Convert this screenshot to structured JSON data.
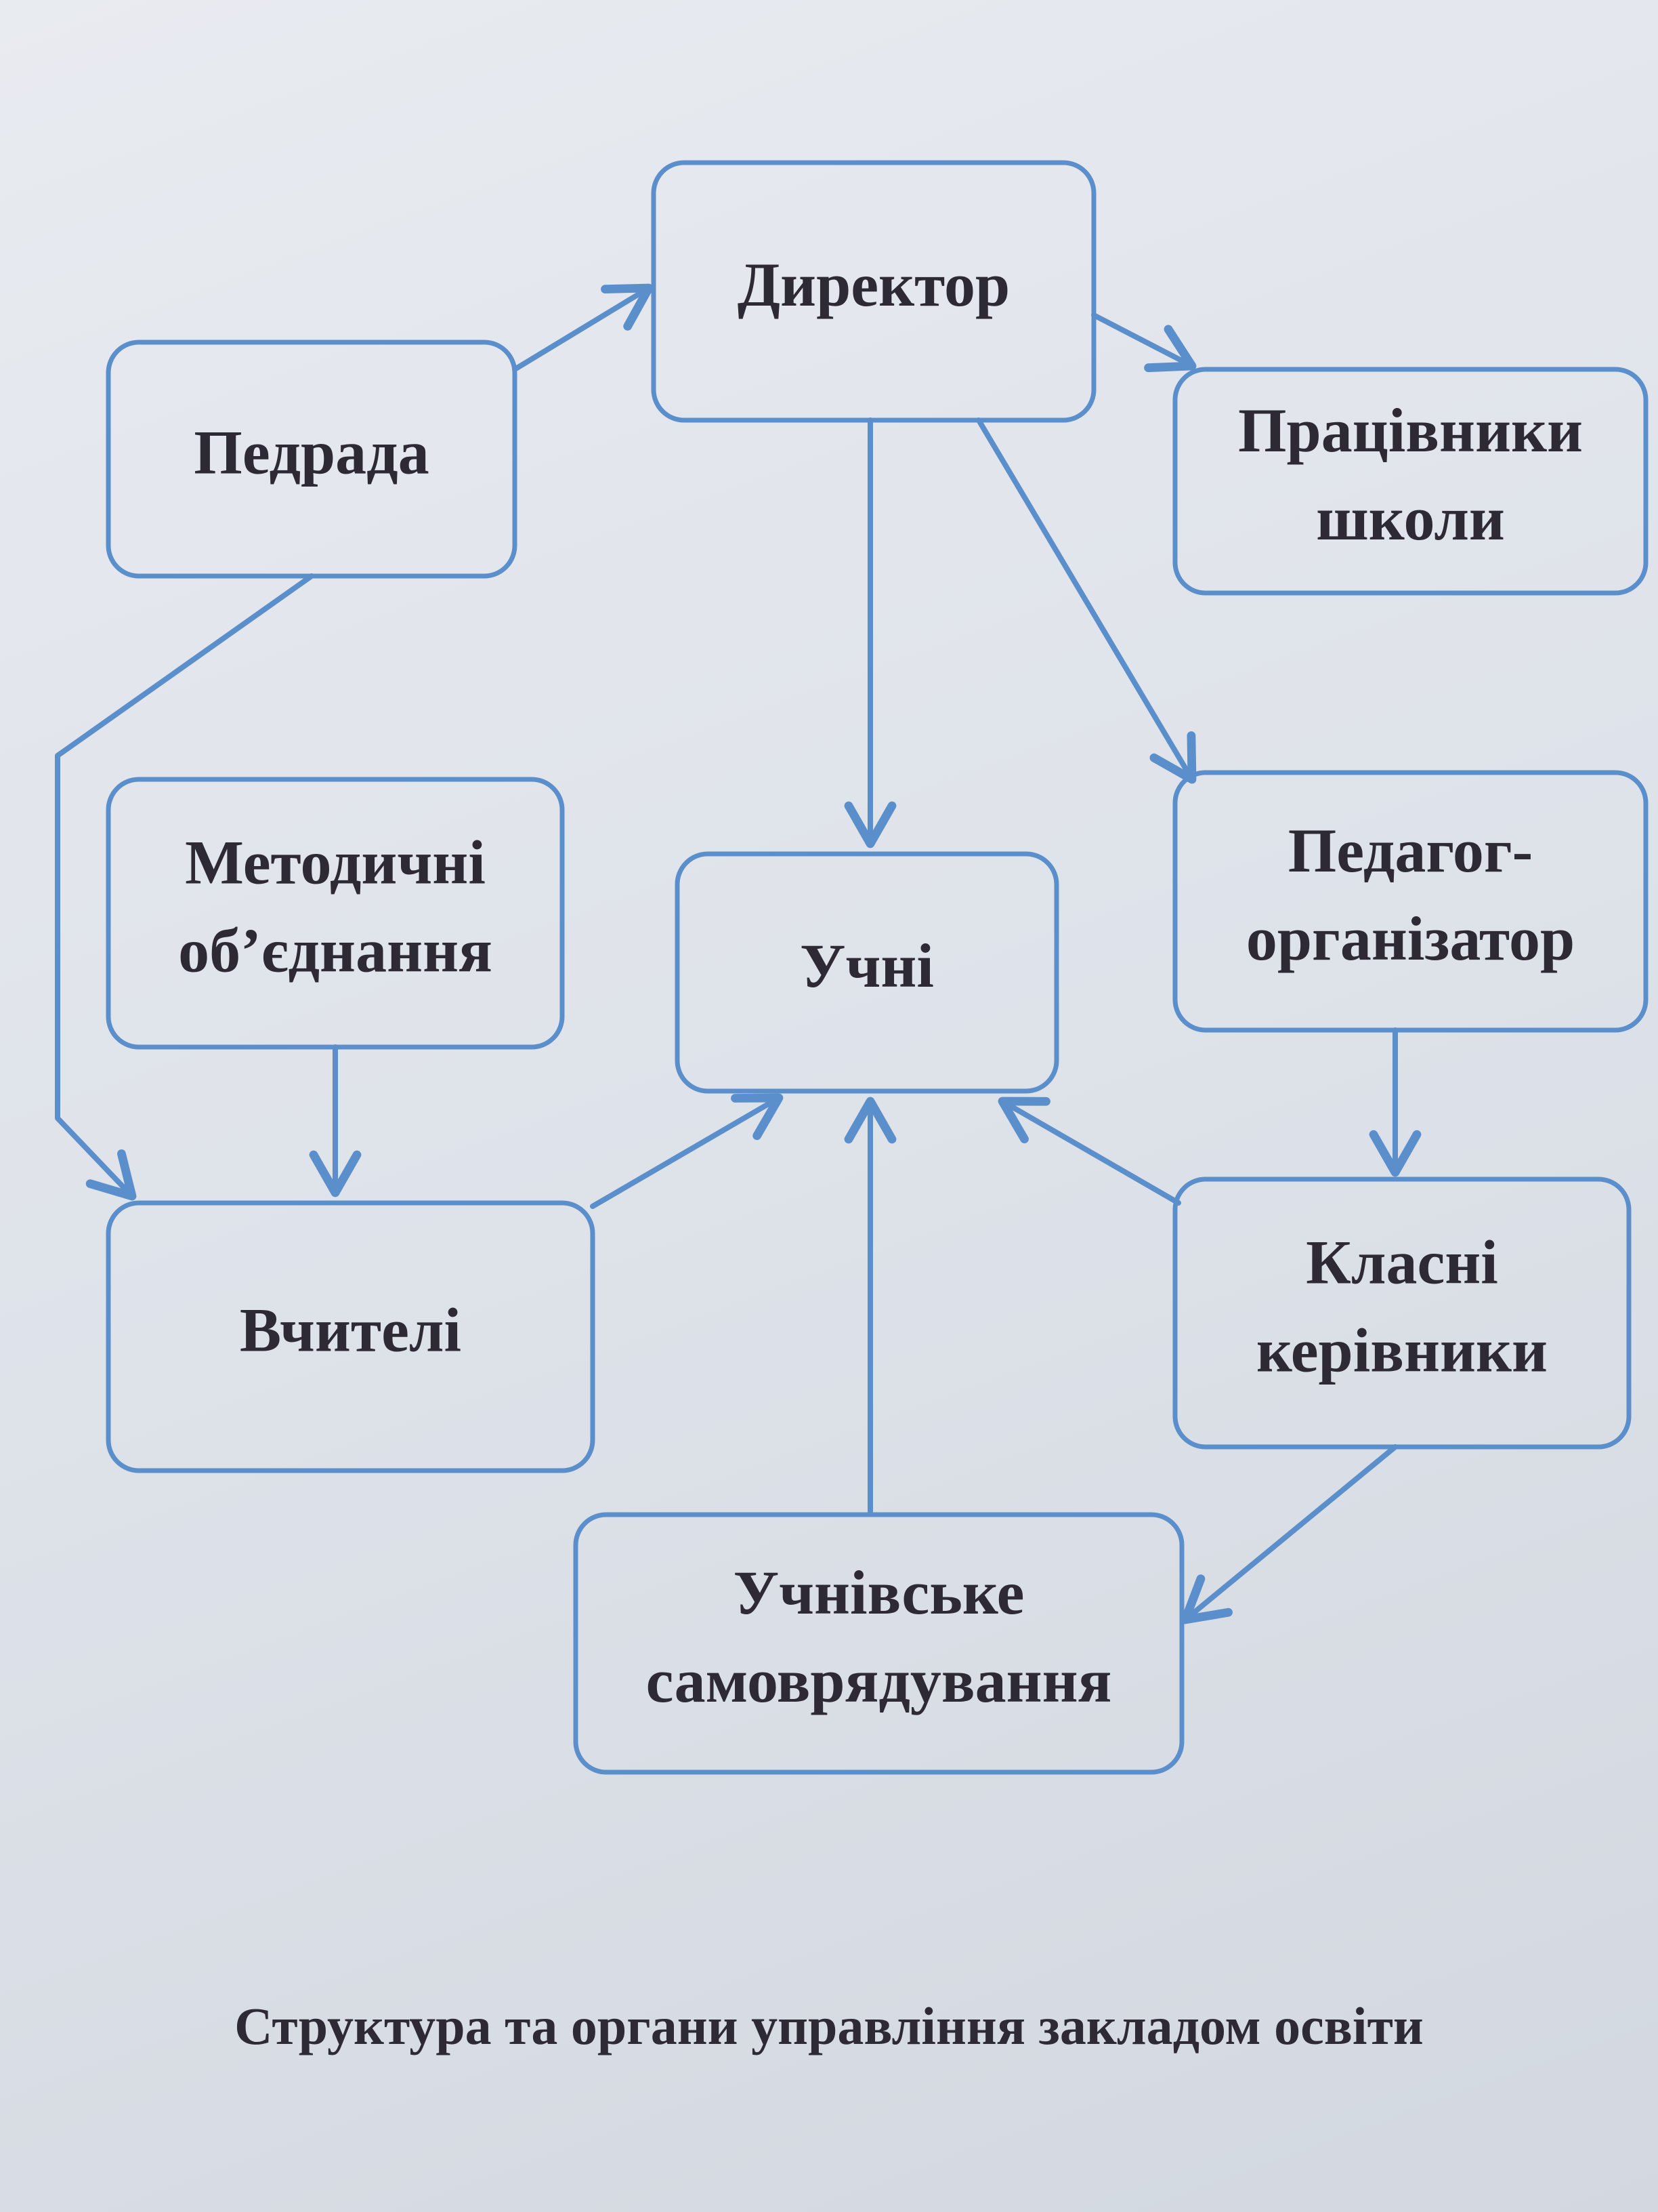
{
  "diagram": {
    "nodes": {
      "director": {
        "lines": [
          "Директор"
        ]
      },
      "pedrada": {
        "lines": [
          "Педрада"
        ]
      },
      "school_staff": {
        "lines": [
          "Працівники",
          "школи"
        ]
      },
      "methodical": {
        "lines": [
          "Методичні",
          "об’єднання"
        ]
      },
      "students": {
        "lines": [
          "Учні"
        ]
      },
      "pedagogue_organizer": {
        "lines": [
          "Педагог-",
          "організатор"
        ]
      },
      "teachers": {
        "lines": [
          "Вчителі"
        ]
      },
      "class_leaders": {
        "lines": [
          "Класні",
          "керівники"
        ]
      },
      "self_government": {
        "lines": [
          "Учнівське",
          "самоврядування"
        ]
      }
    },
    "edges": [
      {
        "from": "pedrada",
        "to": "director"
      },
      {
        "from": "director",
        "to": "school_staff"
      },
      {
        "from": "director",
        "to": "students"
      },
      {
        "from": "director",
        "to": "pedagogue_organizer"
      },
      {
        "from": "pedrada",
        "to": "teachers"
      },
      {
        "from": "methodical",
        "to": "teachers"
      },
      {
        "from": "teachers",
        "to": "students"
      },
      {
        "from": "pedagogue_organizer",
        "to": "class_leaders"
      },
      {
        "from": "class_leaders",
        "to": "students"
      },
      {
        "from": "self_government",
        "to": "students"
      },
      {
        "from": "class_leaders",
        "to": "self_government"
      }
    ],
    "colors": {
      "line": "#5b8fcc",
      "text": "#2e2a35",
      "paper": "#e3e6ec"
    }
  },
  "caption": "Структура та органи управління закладом освіти"
}
